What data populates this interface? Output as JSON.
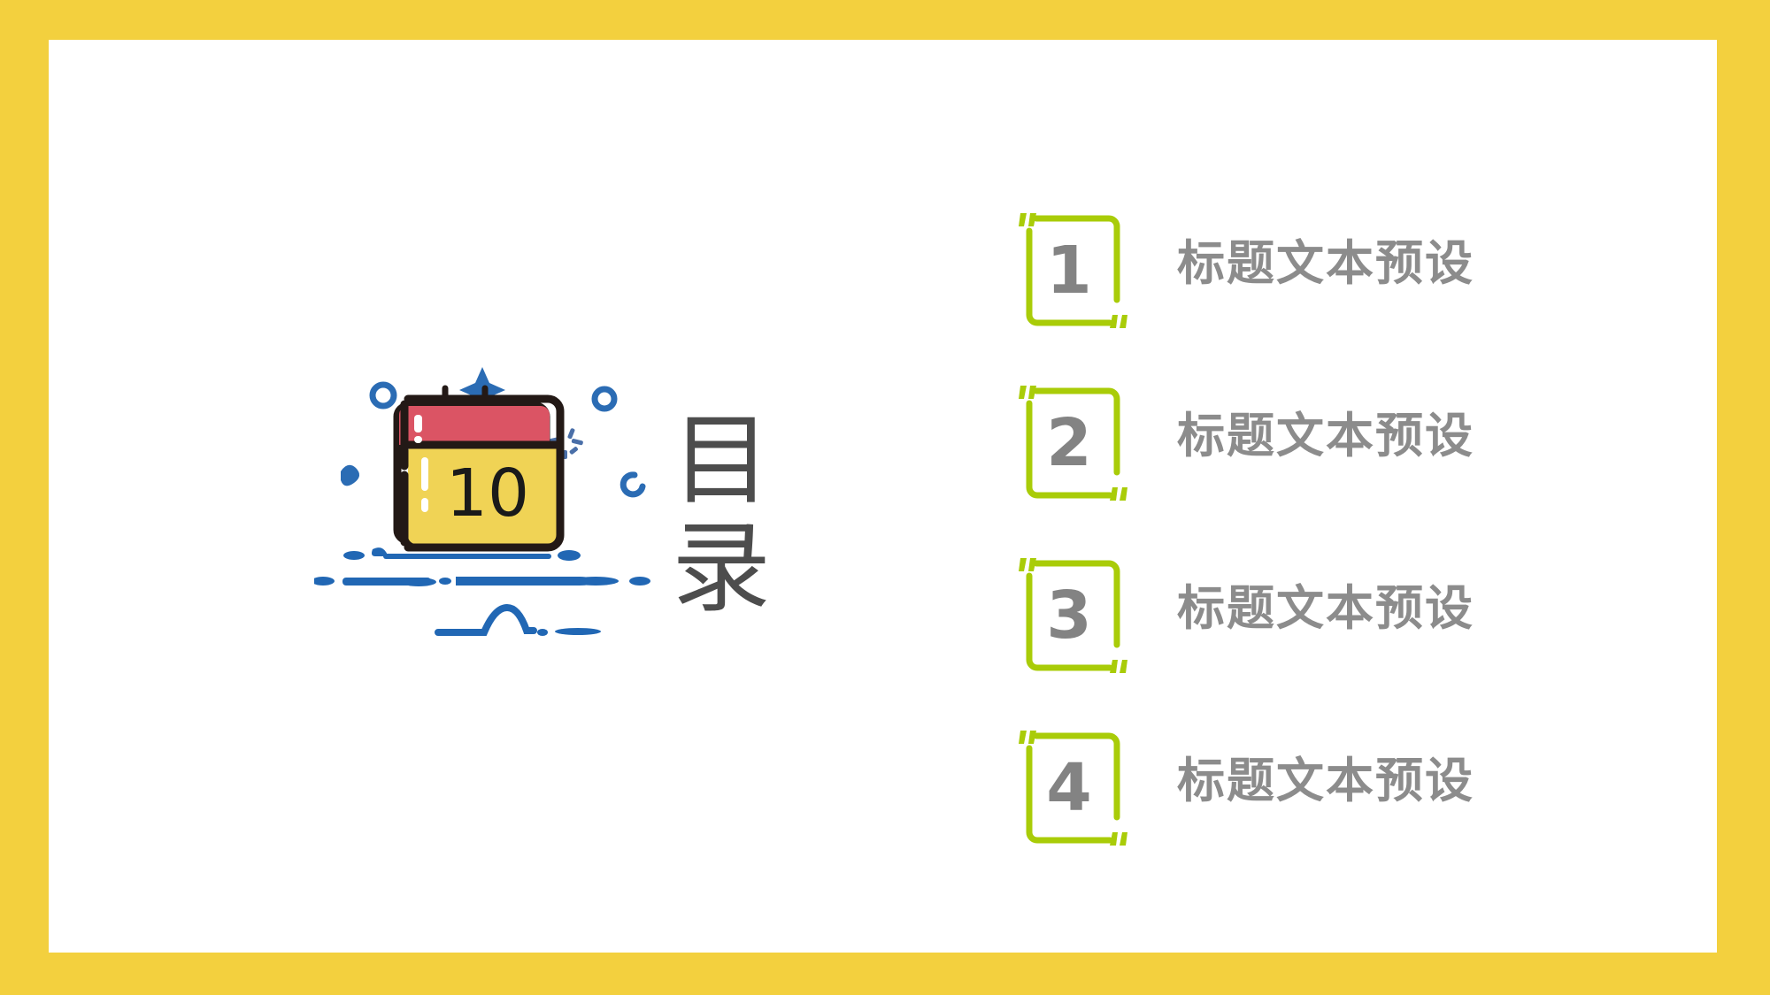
{
  "slide": {
    "background_color": "#F3D03E",
    "card_color": "#FFFFFF",
    "accent_green": "#A9CC08",
    "text_gray": "#8C8C8C",
    "number_gray": "#838383",
    "title_gray": "#4D4D4D",
    "illustration_blue": "#2B6CB4",
    "calendar_red": "#DB5464",
    "calendar_yellow": "#F0D355",
    "calendar_outline": "#231916"
  },
  "title": {
    "vertical_text": "目\n录",
    "plain_text": "目录"
  },
  "illustration": {
    "name": "calendar-illustration",
    "calendar_day": "10"
  },
  "contents": {
    "items": [
      {
        "number": "1",
        "label": "标题文本预设"
      },
      {
        "number": "2",
        "label": "标题文本预设"
      },
      {
        "number": "3",
        "label": "标题文本预设"
      },
      {
        "number": "4",
        "label": "标题文本预设"
      }
    ]
  }
}
